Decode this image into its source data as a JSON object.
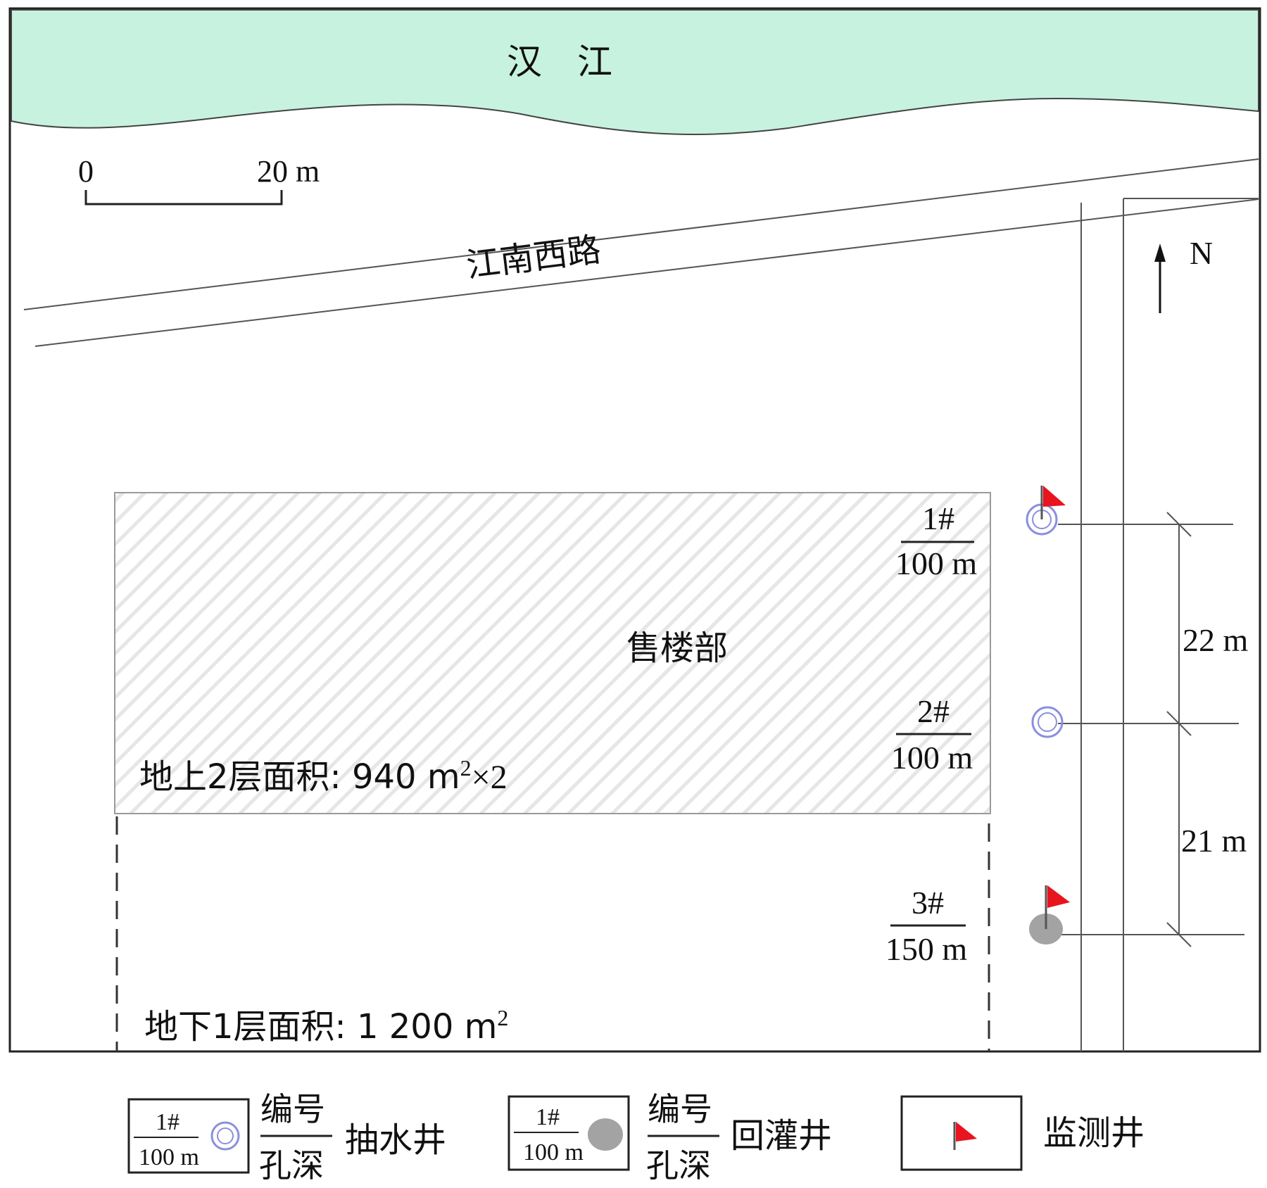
{
  "river": {
    "label": "汉　江",
    "color": "#c7f2df"
  },
  "road": {
    "label": "江南西路"
  },
  "scale_bar": {
    "start": "0",
    "end": "20 m"
  },
  "north": {
    "label": "N"
  },
  "building": {
    "name": "售楼部",
    "above_ground": {
      "prefix": "地上2层面积: 940 m",
      "sup": "2",
      "suffix": "×2"
    },
    "below_ground": {
      "prefix": "地下1层面积: 1 200 m",
      "sup": "2"
    }
  },
  "wells": [
    {
      "id": "1#",
      "depth": "100 m",
      "kind": "pumping",
      "monitor": true
    },
    {
      "id": "2#",
      "depth": "100 m",
      "kind": "pumping",
      "monitor": false
    },
    {
      "id": "3#",
      "depth": "150 m",
      "kind": "recharge",
      "monitor": true
    }
  ],
  "spacing": [
    {
      "label": "22 m"
    },
    {
      "label": "21 m"
    }
  ],
  "legend": {
    "pumping": {
      "sample_id": "1#",
      "sample_depth": "100 m",
      "number": "编号",
      "depth": "孔深",
      "name": "抽水井"
    },
    "recharge": {
      "sample_id": "1#",
      "sample_depth": "100 m",
      "number": "编号",
      "depth": "孔深",
      "name": "回灌井"
    },
    "monitor": {
      "name": "监测井"
    }
  },
  "colors": {
    "flag": "#e8141e",
    "pumping_ring": "#8a8fe0",
    "recharge_fill": "#a3a3a3",
    "line": "#555555"
  }
}
